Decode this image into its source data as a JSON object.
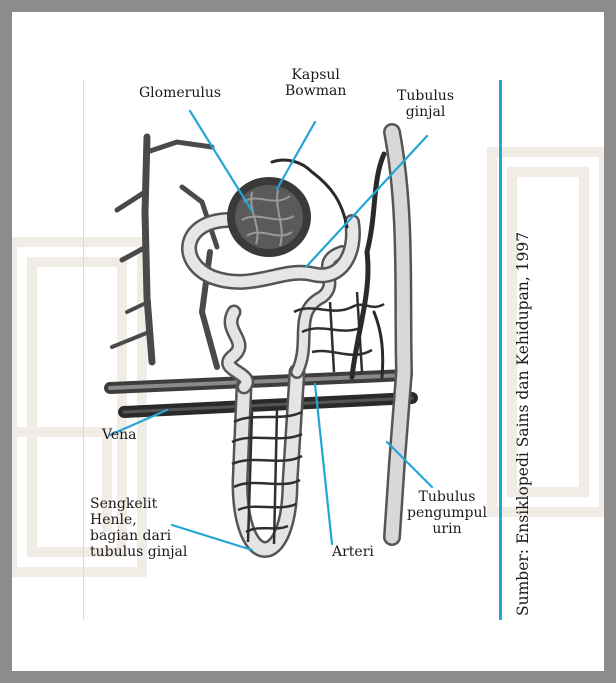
{
  "labels": {
    "glomerulus": "Glomerulus",
    "kapsul_bowman": [
      "Kapsul",
      "Bowman"
    ],
    "tubulus_ginjal": [
      "Tubulus",
      "ginjal"
    ],
    "vena": "Vena",
    "sengkelit_henle": [
      "Sengkelit",
      "Henle,",
      "bagian dari",
      "tubulus ginjal"
    ],
    "arteri": "Arteri",
    "tubulus_pengumpul": [
      "Tubulus",
      "pengumpul",
      "urin"
    ]
  },
  "source": "Sumber: Ensiklopedi Sains dan Kehidupan, 1997",
  "colors": {
    "frame": "#8c8c8c",
    "leader": "#23a6d6",
    "vessel": "#3a3a3a",
    "tubule": "#e6e6e6"
  }
}
